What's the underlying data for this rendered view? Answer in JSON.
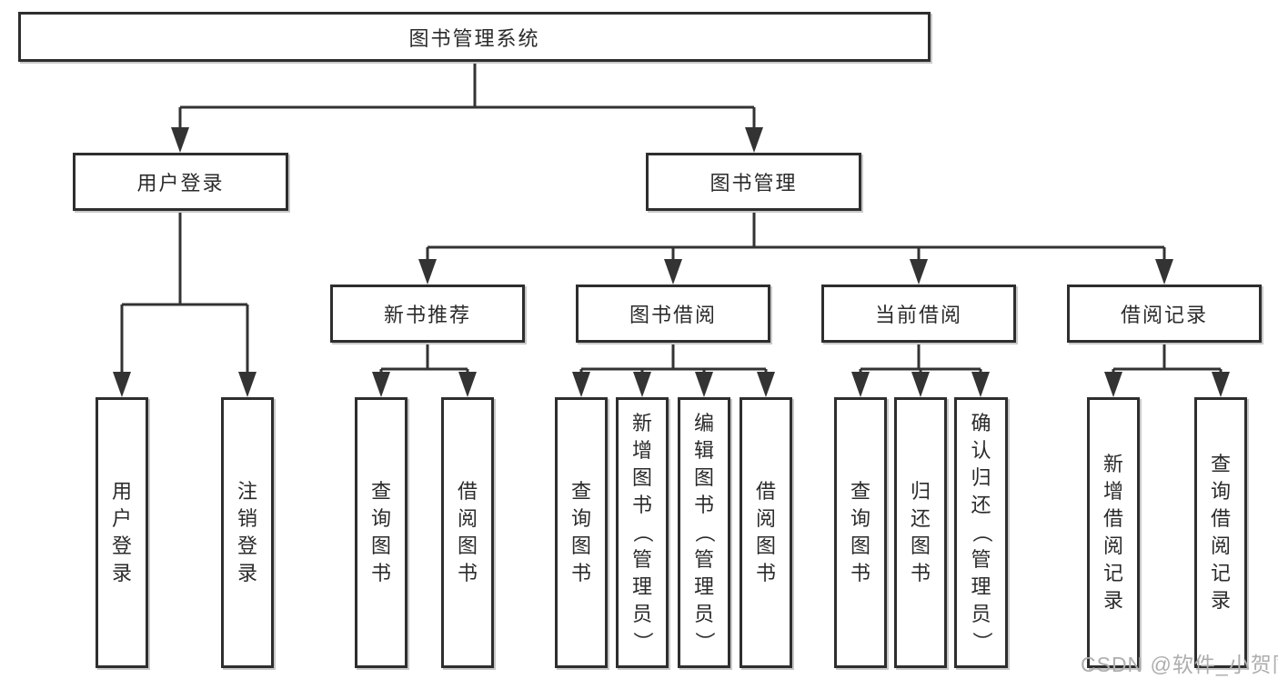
{
  "diagram": {
    "title": "图书管理系统",
    "branches": [
      {
        "label": "用户登录",
        "children": [
          {
            "label": "用户登录"
          },
          {
            "label": "注销登录"
          }
        ]
      },
      {
        "label": "图书管理",
        "children": [
          {
            "label": "新书推荐",
            "children": [
              {
                "label": "查询图书"
              },
              {
                "label": "借阅图书"
              }
            ]
          },
          {
            "label": "图书借阅",
            "children": [
              {
                "label": "查询图书"
              },
              {
                "label": "新增图书（管理员）"
              },
              {
                "label": "编辑图书（管理员）"
              },
              {
                "label": "借阅图书"
              }
            ]
          },
          {
            "label": "当前借阅",
            "children": [
              {
                "label": "查询图书"
              },
              {
                "label": "归还图书"
              },
              {
                "label": "确认归还（管理员）"
              }
            ]
          },
          {
            "label": "借阅记录",
            "children": [
              {
                "label": "新增借阅记录"
              },
              {
                "label": "查询借阅记录"
              }
            ]
          }
        ]
      }
    ]
  },
  "watermark": {
    "text": "CSDN @软件_小贺同学"
  },
  "colors": {
    "line": "#333333",
    "border": "#2e2e2e",
    "text": "#2b2b2b",
    "watermark_text": "#aeaeae",
    "background": "#ffffff"
  }
}
